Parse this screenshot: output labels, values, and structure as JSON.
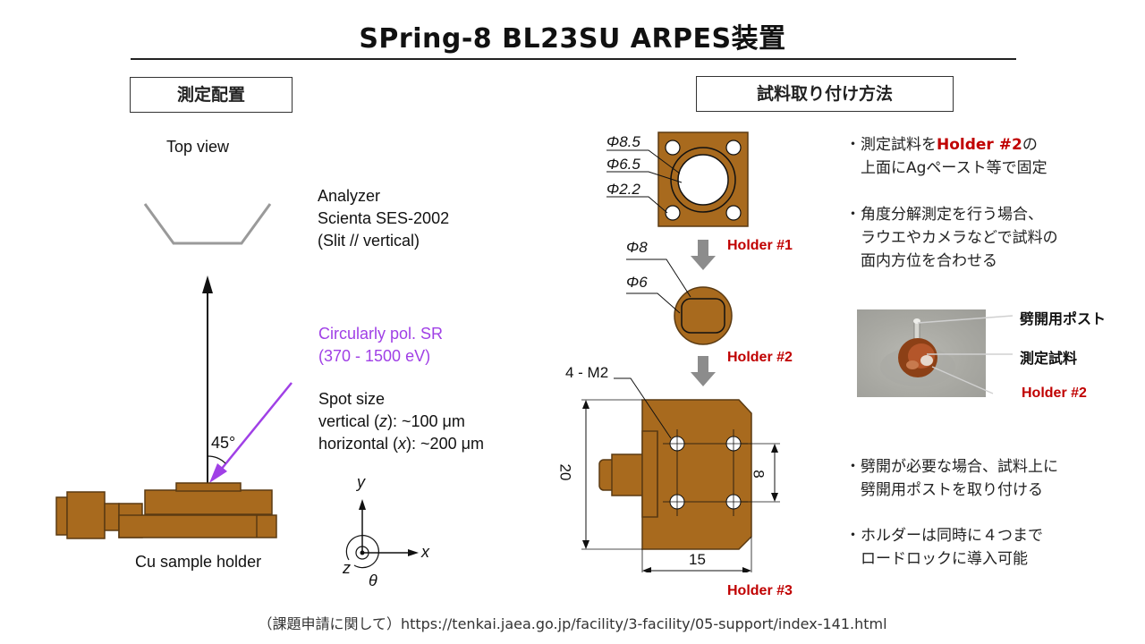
{
  "title": "SPring-8 BL23SU ARPES装置",
  "sections": {
    "left_heading": "測定配置",
    "right_heading": "試料取り付け方法"
  },
  "setup": {
    "top_view": "Top view",
    "analyzer_lines": [
      "Analyzer",
      "Scienta SES-2002",
      "(Slit // vertical)"
    ],
    "sr_lines": [
      "Circularly pol. SR",
      "(370 - 1500 eV)"
    ],
    "spot_title": "Spot size",
    "spot_vertical": [
      "vertical (",
      "z",
      "): ~100 μm"
    ],
    "spot_horizontal": [
      "horizontal (",
      "x",
      "): ~200 μm"
    ],
    "angle": "45°",
    "holder_caption": "Cu sample holder",
    "axes": {
      "y": "y",
      "x": "x",
      "z": "z",
      "theta": "θ"
    }
  },
  "holders": {
    "h1_dims": [
      "Φ8.5",
      "Φ6.5",
      "Φ2.2"
    ],
    "h1_label": "Holder #1",
    "h2_dims": [
      "Φ8",
      "Φ6"
    ],
    "h2_label": "Holder #2",
    "h3_screw": "4 - M2",
    "h3_height": "20",
    "h3_pitch": "8",
    "h3_width": "15",
    "h3_label": "Holder #3"
  },
  "notes": {
    "note1_prefix": "・測定試料を",
    "note1_highlight": "Holder  #2",
    "note1_suffix": "の",
    "note1_line2": "上面にAgペースト等で固定",
    "note2_lines": [
      "・角度分解測定を行う場合、",
      "ラウエやカメラなどで試料の",
      "面内方位を合わせる"
    ],
    "note3_lines": [
      "・劈開が必要な場合、試料上に",
      "劈開用ポストを取り付ける"
    ],
    "note4_lines": [
      "・ホルダーは同時に４つまで",
      "ロードロックに導入可能"
    ]
  },
  "photo_labels": {
    "post": "劈開用ポスト",
    "sample": "測定試料",
    "holder": "Holder #2"
  },
  "colors": {
    "copper": "#a86a1e",
    "copper_light": "#b37425",
    "outline": "#5a3a12",
    "sr_arrow": "#a040e6",
    "highlight_red": "#c00000"
  },
  "footer": "（課題申請に関して）https://tenkai.jaea.go.jp/facility/3-facility/05-support/index-141.html"
}
